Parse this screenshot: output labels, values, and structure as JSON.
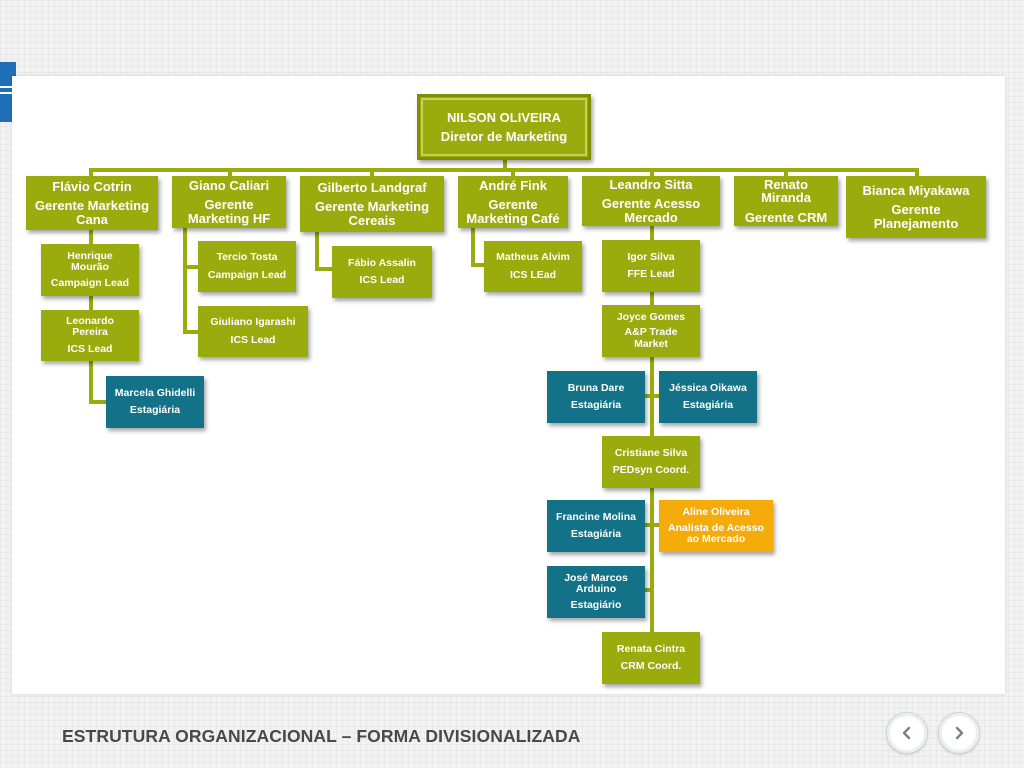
{
  "footer": {
    "title": "ESTRUTURA ORGANIZACIONAL – FORMA DIVISIONALIZADA"
  },
  "nav": {
    "prev_icon": "chevron-left-icon",
    "next_icon": "chevron-right-icon"
  },
  "colors": {
    "node_green": "#9aab0d",
    "node_teal": "#137287",
    "node_orange": "#f5ac0a",
    "accent": "#1f6fb6"
  },
  "chart": {
    "root": {
      "name": "NILSON OLIVEIRA",
      "role": "Diretor de Marketing"
    },
    "managers": [
      {
        "name": "Flávio Cotrin",
        "role": "Gerente Marketing Cana"
      },
      {
        "name": "Giano Caliari",
        "role": "Gerente Marketing HF"
      },
      {
        "name": "Gilberto Landgraf",
        "role": "Gerente Marketing Cereais"
      },
      {
        "name": "André Fink",
        "role": "Gerente Marketing Café"
      },
      {
        "name": "Leandro Sitta",
        "role": "Gerente Acesso Mercado"
      },
      {
        "name": "Renato Miranda",
        "role": "Gerente CRM"
      },
      {
        "name": "Bianca Miyakawa",
        "role": "Gerente Planejamento"
      }
    ],
    "staff": {
      "henrique": {
        "name": "Henrique Mourão",
        "role": "Campaign Lead"
      },
      "leonardo": {
        "name": "Leonardo Pereira",
        "role": "ICS Lead"
      },
      "marcela": {
        "name": "Marcela Ghidelli",
        "role": "Estagiária"
      },
      "tercio": {
        "name": "Tercio Tosta",
        "role": "Campaign Lead"
      },
      "giuliano": {
        "name": "Giuliano Igarashi",
        "role": "ICS Lead"
      },
      "fabio": {
        "name": "Fábio Assalin",
        "role": "ICS Lead"
      },
      "matheus": {
        "name": "Matheus Alvim",
        "role": "ICS LEad"
      },
      "igor": {
        "name": "Igor Silva",
        "role": "FFE Lead"
      },
      "joyce": {
        "name": "Joyce Gomes",
        "role": "A&P Trade Market"
      },
      "bruna": {
        "name": "Bruna Dare",
        "role": "Estagiária"
      },
      "jessica": {
        "name": "Jéssica Oikawa",
        "role": "Estagiária"
      },
      "cristiane": {
        "name": "Cristiane Silva",
        "role": "PEDsyn Coord."
      },
      "francine": {
        "name": "Francine Molina",
        "role": "Estagiária"
      },
      "aline": {
        "name": "Aline Oliveira",
        "role": "Analista de Acesso ao Mercado"
      },
      "jose": {
        "name": "José Marcos Arduino",
        "role": "Estagiário"
      },
      "renata": {
        "name": "Renata Cintra",
        "role": "CRM Coord."
      }
    }
  }
}
